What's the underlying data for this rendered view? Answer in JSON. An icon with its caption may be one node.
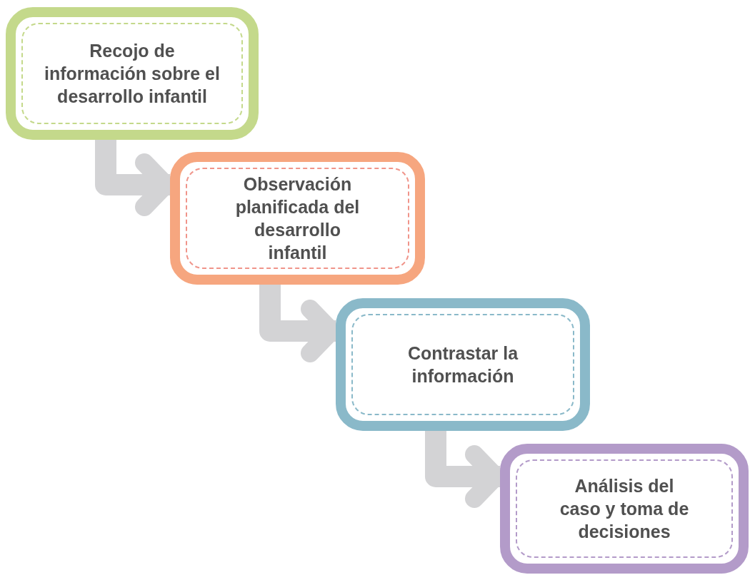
{
  "diagram": {
    "nodes": [
      {
        "text": [
          "Recojo de información sobre el desarrollo infantil"
        ]
      },
      {
        "text": [
          "Observación planificada del desarrollo infantil"
        ]
      },
      {
        "text": [
          "Contrastar la información"
        ]
      },
      {
        "text": [
          "Análisis del caso y toma de decisiones"
        ]
      }
    ],
    "edges": [
      {
        "from": 0,
        "to": 1,
        "arrow": "to"
      },
      {
        "from": 1,
        "to": 2,
        "arrow": "to"
      },
      {
        "from": 2,
        "to": 3,
        "arrow": "to"
      }
    ]
  }
}
